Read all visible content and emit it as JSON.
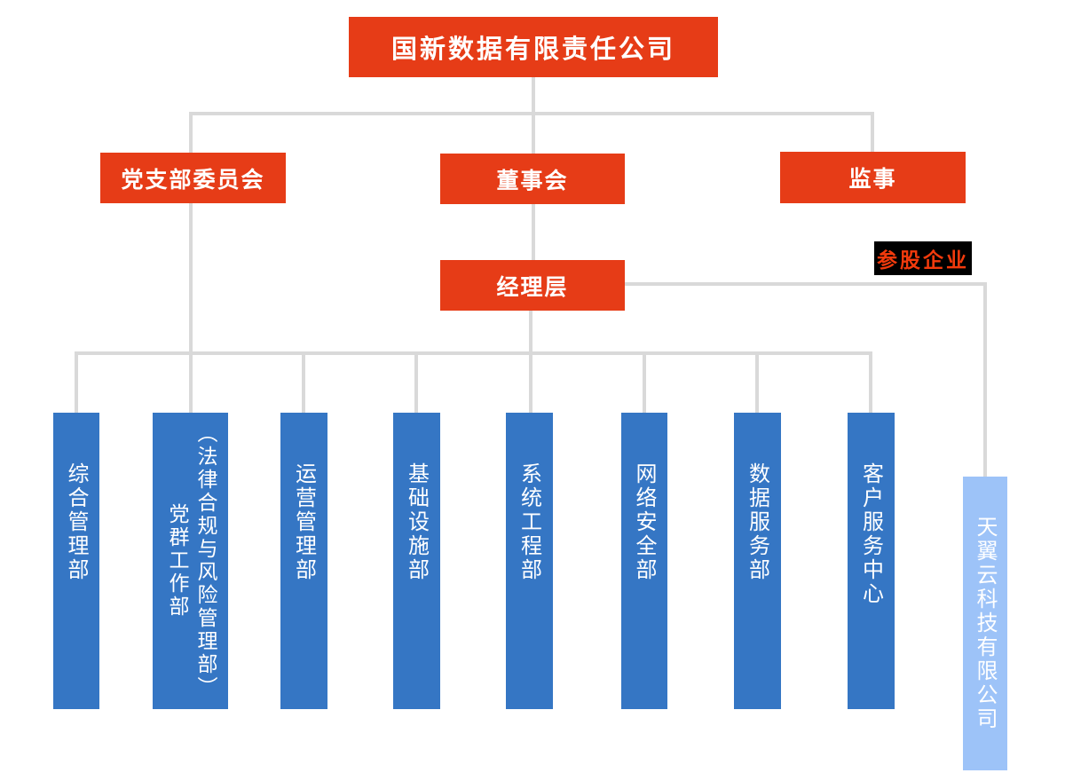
{
  "page": {
    "background": "#ffffff",
    "type": "organizational-chart"
  },
  "colors": {
    "leadership_red": "#E63C17",
    "department_blue": "#3576C4",
    "affiliate_light_blue": "#9DC3F8",
    "connector_gray": "#D9D9D9",
    "group_label_background": "#000000",
    "group_label_text": "#F23A0C",
    "node_text": "#ffffff"
  },
  "org": {
    "root": {
      "label": "国新数据有限责任公司"
    },
    "level2": [
      {
        "label": "党支部委员会"
      },
      {
        "label": "董事会"
      },
      {
        "label": "监事"
      }
    ],
    "management": {
      "label": "经理层"
    },
    "departments": [
      {
        "label": "综合管理部"
      },
      {
        "label": "党群工作部（法律合规与风险管理部）",
        "lines": [
          "党群工作部",
          "（法律合规与风险管理部）"
        ]
      },
      {
        "label": "运营管理部"
      },
      {
        "label": "基础设施部"
      },
      {
        "label": "系统工程部"
      },
      {
        "label": "网络安全部"
      },
      {
        "label": "数据服务部"
      },
      {
        "label": "客户服务中心"
      }
    ],
    "affiliate_group_label": "参股企业",
    "affiliate": {
      "label": "天翼云科技有限公司"
    }
  }
}
